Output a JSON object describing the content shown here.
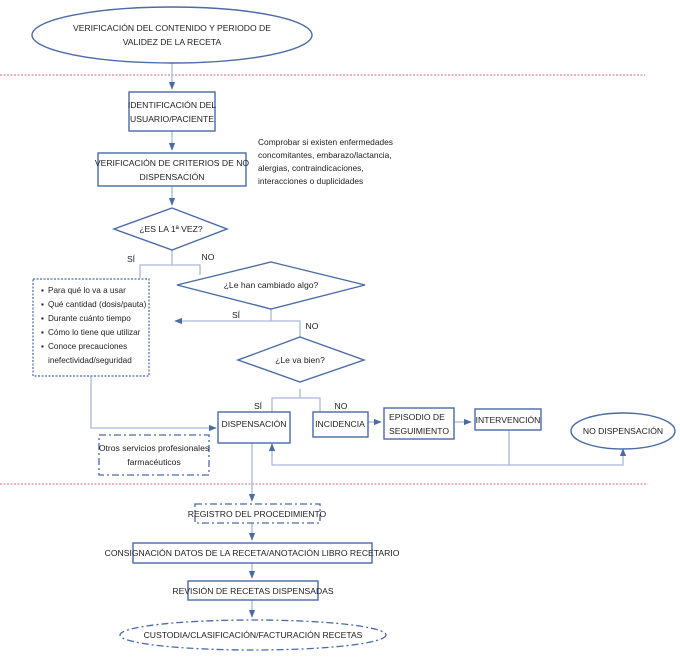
{
  "diagram": {
    "title": "Flujo de dispensación de recetas",
    "colors": {
      "shape_stroke": "#4a6aa8",
      "connector": "#a9b8d6",
      "arrow": "#4a6aa8",
      "separator": "#d46a7a",
      "text": "#222222"
    },
    "nodes": {
      "start": {
        "type": "ellipse",
        "lines": [
          "VERIFICACIÓN DEL CONTENIDO Y PERIODO DE",
          "VALIDEZ DE LA RECETA"
        ]
      },
      "identificacion": {
        "type": "process",
        "lines": [
          "IDENTIFICACIÓN DEL",
          "USUARIO/PACIENTE"
        ]
      },
      "verificacion_criterios": {
        "type": "process",
        "lines": [
          "VERIFICACIÓN DE CRITERIOS DE NO",
          "DISPENSACIÓN"
        ]
      },
      "nota_comprobar": {
        "type": "note",
        "lines": [
          "Comprobar si existen enfermedades",
          "concomitantes, embarazo/lactancia,",
          "alergias, contraindicaciones,",
          "interacciones o duplicidades"
        ]
      },
      "decision_primera_vez": {
        "type": "decision",
        "label": "¿ES LA 1ª VEZ?"
      },
      "checklist": {
        "type": "dotted-box",
        "items": [
          "Para qué lo va a usar",
          "Qué cantidad (dosis/pauta)",
          "Durante cuánto tiempo",
          "Cómo lo tiene que utilizar",
          "Conoce precauciones",
          "inefectividad/seguridad"
        ]
      },
      "decision_cambiado": {
        "type": "decision",
        "label": "¿Le han cambiado algo?"
      },
      "decision_va_bien": {
        "type": "decision",
        "label": "¿Le va bien?"
      },
      "dispensacion": {
        "type": "process",
        "label": "DISPENSACIÓN"
      },
      "incidencia": {
        "type": "process",
        "label": "INCIDENCIA"
      },
      "episodio": {
        "type": "process",
        "lines": [
          "EPISODIO DE",
          "SEGUIMIENTO"
        ]
      },
      "intervencion": {
        "type": "process",
        "label": "INTERVENCIÓN"
      },
      "no_dispensacion": {
        "type": "ellipse",
        "label": "NO DISPENSACIÓN"
      },
      "otros_servicios": {
        "type": "dashdot-box",
        "lines": [
          "Otros servicios profesionales",
          "farmacéuticos"
        ]
      },
      "registro": {
        "type": "dashdot-box",
        "label": "REGISTRO DEL PROCEDIMIENTO"
      },
      "consignacion": {
        "type": "process",
        "label": "CONSIGNACIÓN DATOS DE LA RECETA/ANOTACIÓN LIBRO RECETARIO"
      },
      "revision": {
        "type": "process",
        "label": "REVISIÓN DE RECETAS DISPENSADAS"
      },
      "custodia": {
        "type": "dashdot-ellipse",
        "label": "CUSTODIA/CLASIFICACIÓN/FACTURACIÓN RECETAS"
      }
    },
    "edge_labels": {
      "primera_si": "SÍ",
      "primera_no": "NO",
      "cambiado_si": "SÍ",
      "cambiado_no": "NO",
      "va_bien_si": "SÍ",
      "va_bien_no": "NO"
    },
    "bullet_glyph": "▪"
  }
}
